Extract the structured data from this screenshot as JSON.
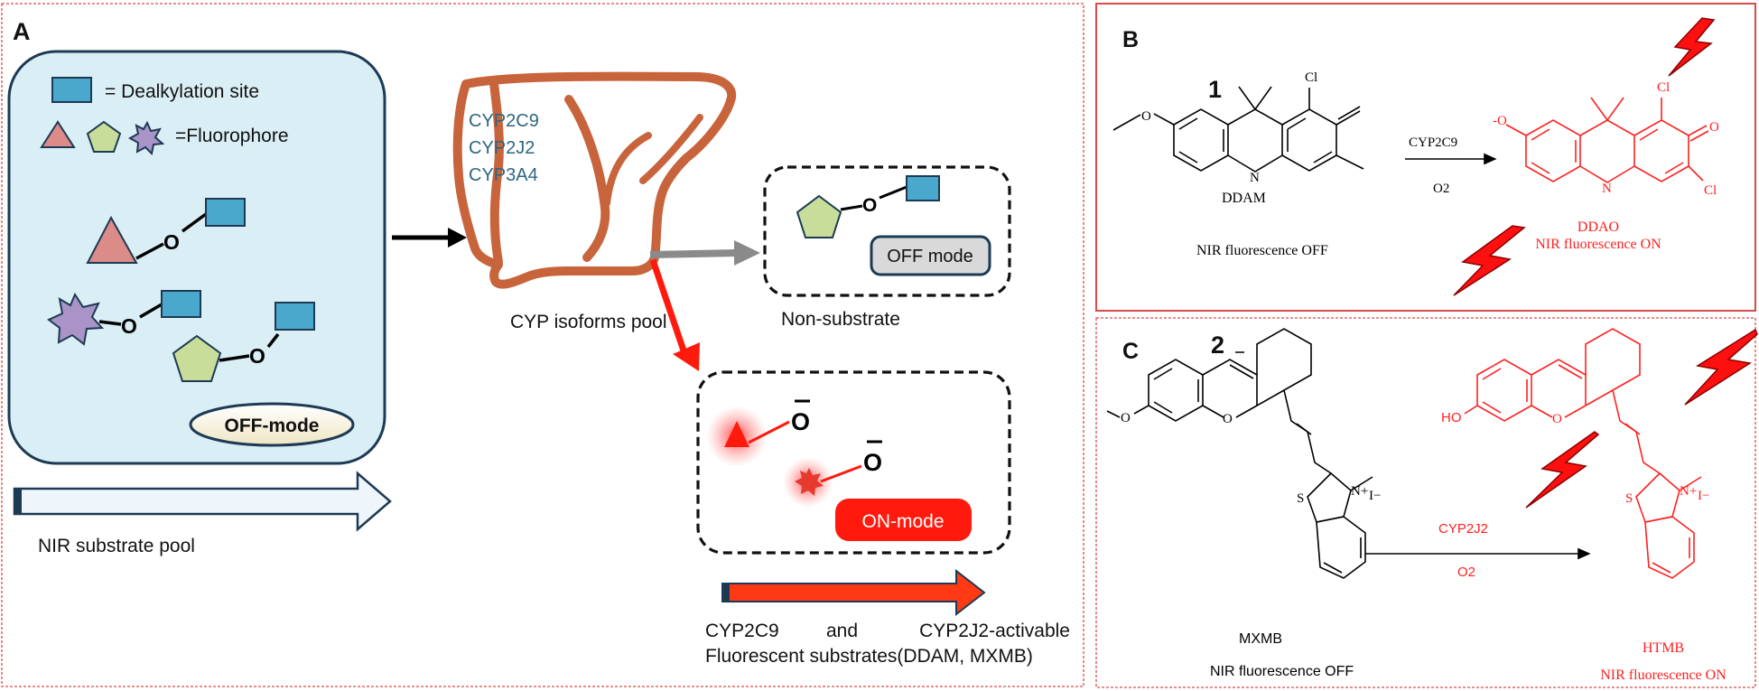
{
  "panel_a": {
    "letter": "A",
    "legend": {
      "site": "= Dealkylation site",
      "fluorophore": "=Fluorophore"
    },
    "linker_o": "O",
    "off_mode_badge": "OFF-mode",
    "pool_label": "NIR substrate pool",
    "cyp": {
      "isoforms": [
        "CYP2C9",
        "CYP2J2",
        "CYP3A4"
      ],
      "pool_label": "CYP isoforms pool"
    },
    "non_substrate": {
      "mode": "OFF mode",
      "label": "Non-substrate"
    },
    "activable": {
      "mode": "ON-mode",
      "phenolate": "O",
      "caption_line1_left": "CYP2C9",
      "caption_line1_mid": "and",
      "caption_line1_right": "CYP2J2-activable",
      "caption_line2": "Fluorescent substrates(DDAM, MXMB)"
    }
  },
  "panel_b": {
    "letter": "B",
    "number": "1",
    "cl": "Cl",
    "n": "N",
    "o_minus": "-O",
    "o": "O",
    "enzyme": "CYP2C9",
    "oxygen": "O2",
    "substrate_name": "DDAM",
    "substrate_state": "NIR fluorescence OFF",
    "product_name": "DDAO",
    "product_state": "NIR fluorescence ON"
  },
  "panel_c": {
    "letter": "C",
    "number": "2",
    "o": "O",
    "s": "S",
    "n_plus": "N+",
    "iodide": "I−",
    "ho": "HO",
    "enzyme": "CYP2J2",
    "oxygen": "O2",
    "substrate_name": "MXMB",
    "substrate_state": "NIR fluorescence OFF",
    "product_name": "HTMB",
    "product_state": "NIR fluorescence ON"
  },
  "colors": {
    "frame_red": "#d94a4a",
    "pool_bg": "#daeef5",
    "site_blue": "#4aa8cc",
    "triangle": "#dc8c88",
    "pentagon": "#c9dd9a",
    "star": "#a993c7",
    "liver": "#c8643c",
    "isoform_text": "#2e6680",
    "on_red": "#ff1a0d",
    "product_red": "#ff2020"
  }
}
